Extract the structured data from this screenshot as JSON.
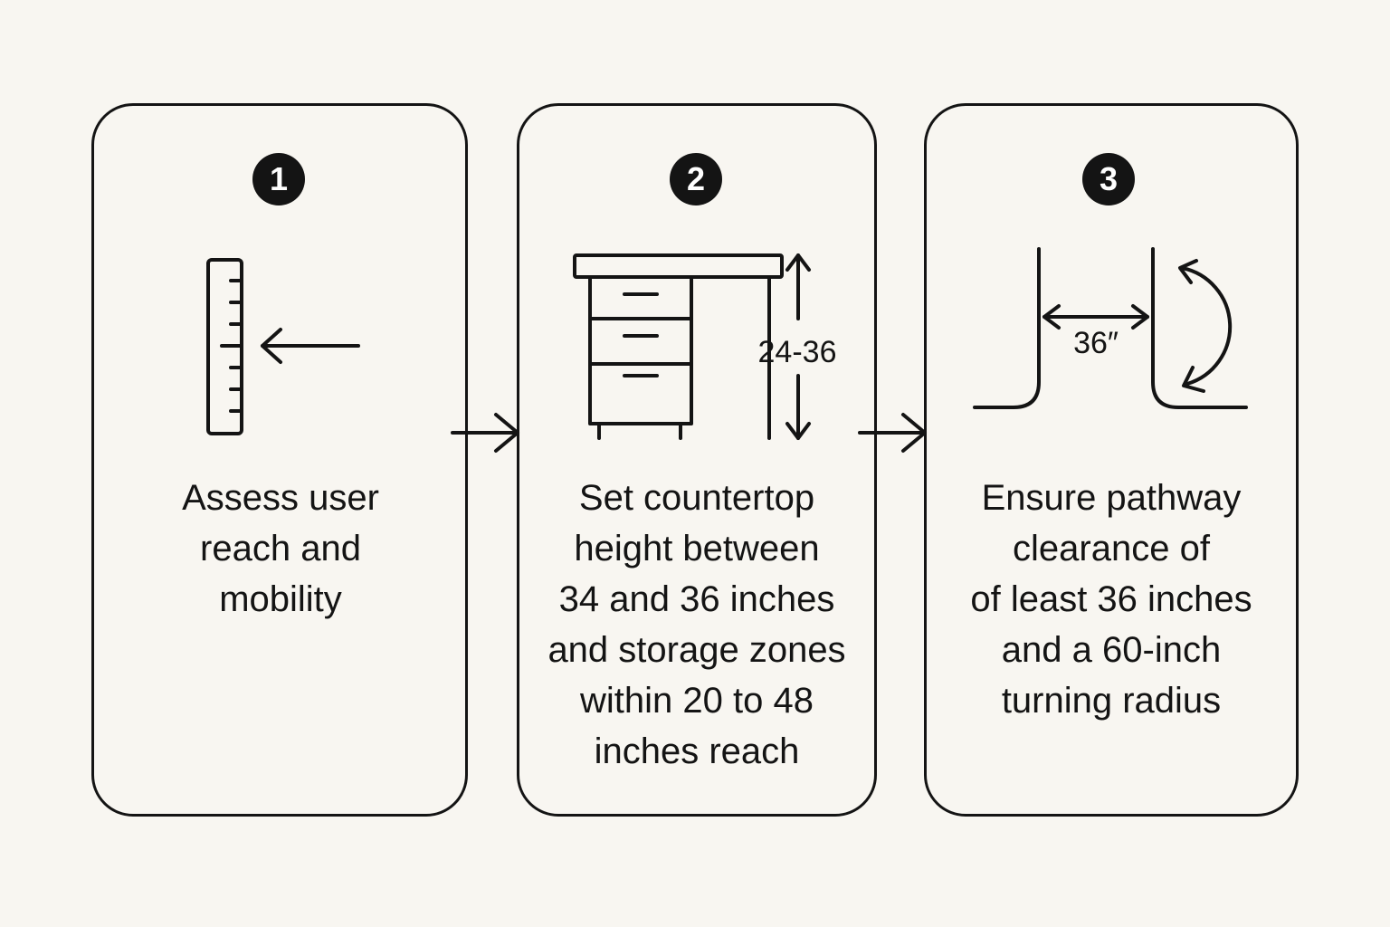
{
  "steps": [
    {
      "number": "1",
      "text": "Assess user\nreach and\nmobility",
      "icon": "ruler-with-arrow-icon"
    },
    {
      "number": "2",
      "text": "Set countertop\nheight between\n34 and 36 inches\nand storage zones\nwithin 20 to 48\ninches reach",
      "icon": "desk-with-height-dimension-icon"
    },
    {
      "number": "3",
      "text": "Ensure pathway\nclearance of\nof least 36 inches\nand a 60-inch\nturning radius",
      "icon": "pathway-clearance-turning-icon"
    }
  ],
  "desk_dimension_label": "24-36",
  "pathway_width_label": "36″",
  "connectors": [
    "right-arrow-icon",
    "right-arrow-icon"
  ],
  "colors": {
    "background": "#f8f6f1",
    "ink": "#141414"
  }
}
